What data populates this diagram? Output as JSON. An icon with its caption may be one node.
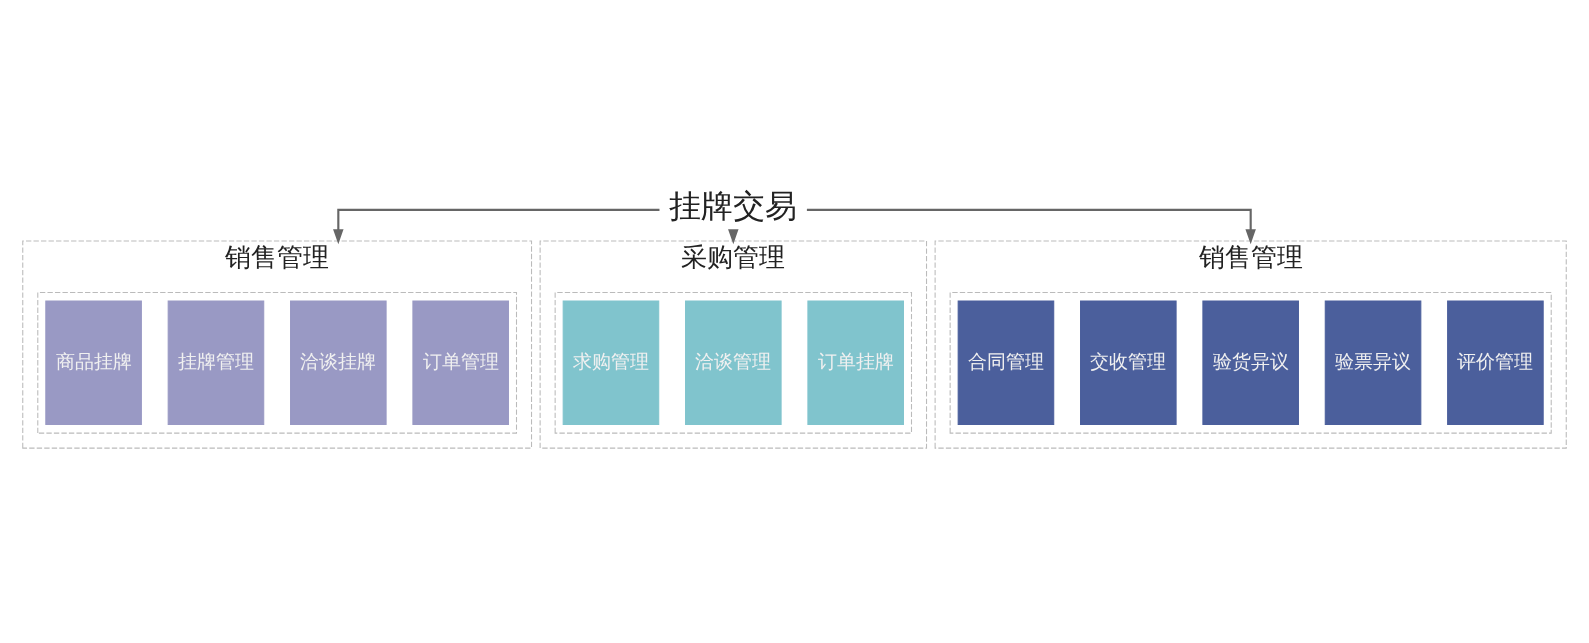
{
  "diagram": {
    "nodes": [
      {
        "text": [
          "挂牌交易"
        ]
      },
      {
        "text": [
          "销售管理"
        ]
      },
      {
        "text": [],
        "shape": "box",
        "in": 1
      },
      {
        "text": [
          "商品挂牌"
        ],
        "in": 2
      },
      {
        "text": [
          "挂牌管理"
        ],
        "in": 2
      },
      {
        "text": [
          "洽谈挂牌"
        ],
        "in": 2
      },
      {
        "text": [
          "订单管理"
        ],
        "in": 2
      },
      {
        "text": [
          "采购管理"
        ]
      },
      {
        "text": [],
        "shape": "box",
        "in": 7
      },
      {
        "text": [
          "求购管理"
        ],
        "in": 8
      },
      {
        "text": [
          "洽谈管理"
        ],
        "in": 8
      },
      {
        "text": [
          "订单挂牌"
        ],
        "in": 8
      },
      {
        "text": [
          "销售管理"
        ]
      },
      {
        "text": [],
        "shape": "box",
        "in": 12
      },
      {
        "text": [
          "合同管理"
        ],
        "in": 13
      },
      {
        "text": [
          "交收管理"
        ],
        "in": 13
      },
      {
        "text": [
          "验货异议"
        ],
        "in": 13
      },
      {
        "text": [
          "验票异议"
        ],
        "in": 13
      },
      {
        "text": [
          "评价管理"
        ],
        "in": 13
      }
    ],
    "edges": [
      {
        "from": 0,
        "to": 1,
        "arrow": "to"
      },
      {
        "from": 0,
        "to": 7,
        "arrow": "to"
      },
      {
        "from": 0,
        "to": 12,
        "arrow": "to"
      }
    ]
  }
}
